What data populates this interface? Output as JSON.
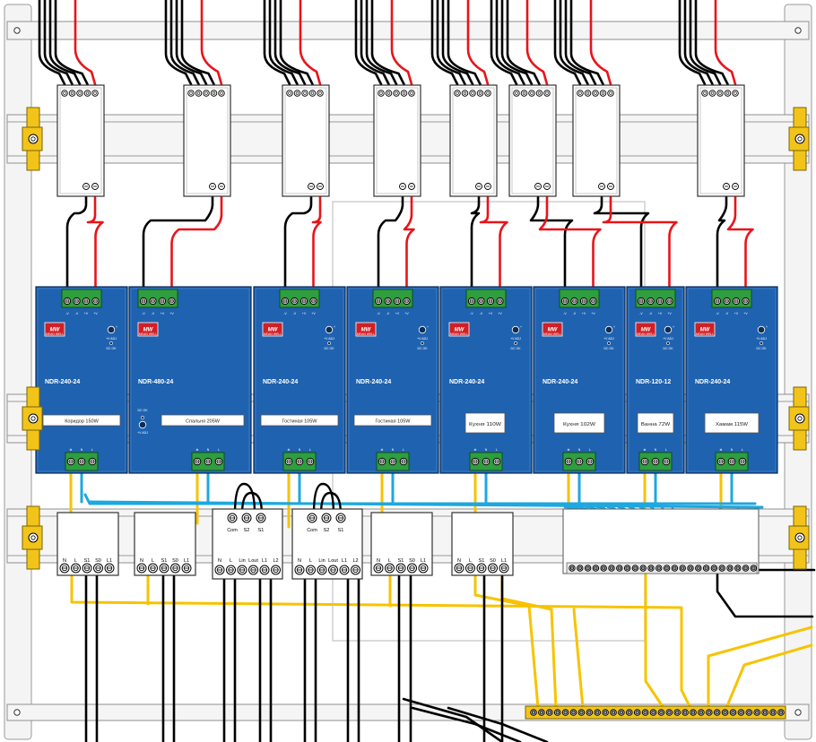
{
  "diagram": {
    "colors": {
      "background": "#ffffff",
      "rail": "#f0f0f0",
      "psu_body": "#1f62b0",
      "terminal_green": "#2e9e3e",
      "wire_red": "#e8141a",
      "wire_black": "#000000",
      "wire_blue": "#1ca8e0",
      "wire_yellow": "#f7c300",
      "clamp": "#f2c41a"
    },
    "psus": [
      {
        "model": "NDR-240-24",
        "label": "Коридор 150W",
        "output_pins": [
          "-V",
          "-V",
          "+V",
          "+V"
        ],
        "input_pins": [
          "⊕",
          "N",
          "L"
        ]
      },
      {
        "model": "NDR-480-24",
        "label": "Спальня 205W",
        "output_pins": [
          "-V",
          "-V",
          "+V",
          "+V"
        ],
        "input_pins": [
          "⊕",
          "N",
          "L"
        ]
      },
      {
        "model": "NDR-240-24",
        "label": "Гостиная 105W",
        "output_pins": [
          "-V",
          "-V",
          "+V",
          "+V"
        ],
        "input_pins": [
          "⊕",
          "N",
          "L"
        ]
      },
      {
        "model": "NDR-240-24",
        "label": "Гостиная 105W",
        "output_pins": [
          "-V",
          "-V",
          "+V",
          "+V"
        ],
        "input_pins": [
          "⊕",
          "N",
          "L"
        ]
      },
      {
        "model": "NDR-240-24",
        "label": "Кухня 110W",
        "output_pins": [
          "-V",
          "-V",
          "+V",
          "+V"
        ],
        "input_pins": [
          "⊕",
          "N",
          "L"
        ]
      },
      {
        "model": "NDR-240-24",
        "label": "Кухня 102W",
        "output_pins": [
          "-V",
          "-V",
          "+V",
          "+V"
        ],
        "input_pins": [
          "⊕",
          "N",
          "L"
        ]
      },
      {
        "model": "NDR-120-12",
        "label": "Ванна 72W",
        "output_pins": [
          "-V",
          "-V",
          "+V",
          "+V"
        ],
        "input_pins": [
          "⊕",
          "N",
          "L"
        ]
      },
      {
        "model": "NDR-240-24",
        "label": "Хамам 115W",
        "output_pins": [
          "-V",
          "-V",
          "+V",
          "+V"
        ],
        "input_pins": [
          "⊕",
          "N",
          "L"
        ]
      }
    ],
    "psu_marks": {
      "brand": "MW",
      "brand_sub": "MEAN WELL",
      "adj": "+V ADJ",
      "dc_ok": "DC OK"
    },
    "dimmer_modules": [
      {
        "pins": [
          "N",
          "L",
          "S1",
          "S0",
          "L1"
        ]
      },
      {
        "pins": [
          "N",
          "L",
          "S1",
          "S0",
          "L1"
        ]
      },
      {
        "pins": [
          "N",
          "L",
          "S1",
          "S0",
          "L1"
        ]
      },
      {
        "pins": [
          "N",
          "L",
          "S1",
          "S0",
          "L1"
        ]
      }
    ],
    "relay_modules": [
      {
        "top_pins": [
          "Com",
          "S2",
          "S1"
        ],
        "bottom_pins": [
          "N",
          "L",
          "Lin",
          "Lout",
          "L1",
          "L2"
        ]
      },
      {
        "top_pins": [
          "Com",
          "S2",
          "S1"
        ],
        "bottom_pins": [
          "N",
          "L",
          "Lin",
          "Lout",
          "L1",
          "L2"
        ]
      }
    ]
  }
}
